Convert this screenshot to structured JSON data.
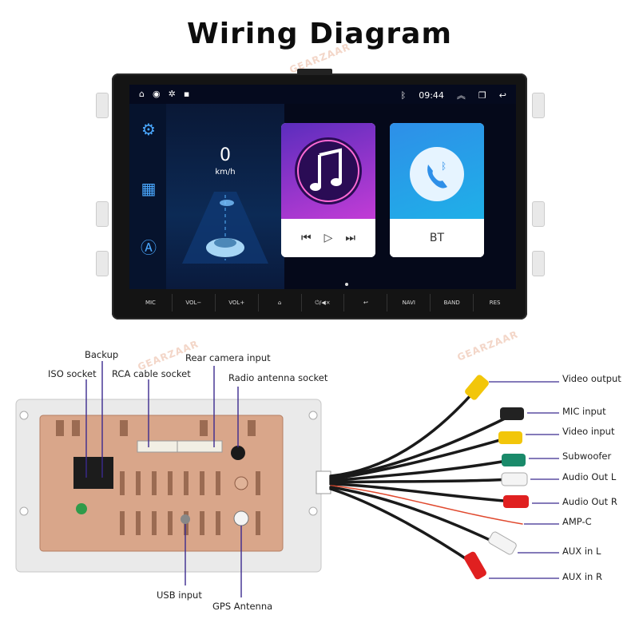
{
  "title": "Wiring Diagram",
  "watermark": "GEARZAAR",
  "head_unit": {
    "status_time": "09:44",
    "speed_value": "0",
    "speed_unit": "km/h",
    "bt_label": "BT",
    "buttons": [
      "MIC",
      "VOL−",
      "VOL+",
      "⌂",
      "⏻/◀×",
      "↩",
      "NAVI",
      "BAND",
      "RES"
    ]
  },
  "back_labels": {
    "backup": "Backup",
    "iso_socket": "ISO socket",
    "rca_cable_socket": "RCA cable socket",
    "rear_camera_input": "Rear camera input",
    "radio_antenna_socket": "Radio antenna socket",
    "usb_input": "USB input",
    "gps_antenna": "GPS Antenna"
  },
  "cable_labels": [
    "Video output",
    "MIC input",
    "Video input",
    "Subwoofer",
    "Audio Out L",
    "Audio Out R",
    "AMP-C",
    "AUX in L",
    "AUX in R"
  ],
  "colors": {
    "accent_blue": "#4aa8ff",
    "chassis": "#d9a68a",
    "label_line": "#3b2a8f"
  }
}
